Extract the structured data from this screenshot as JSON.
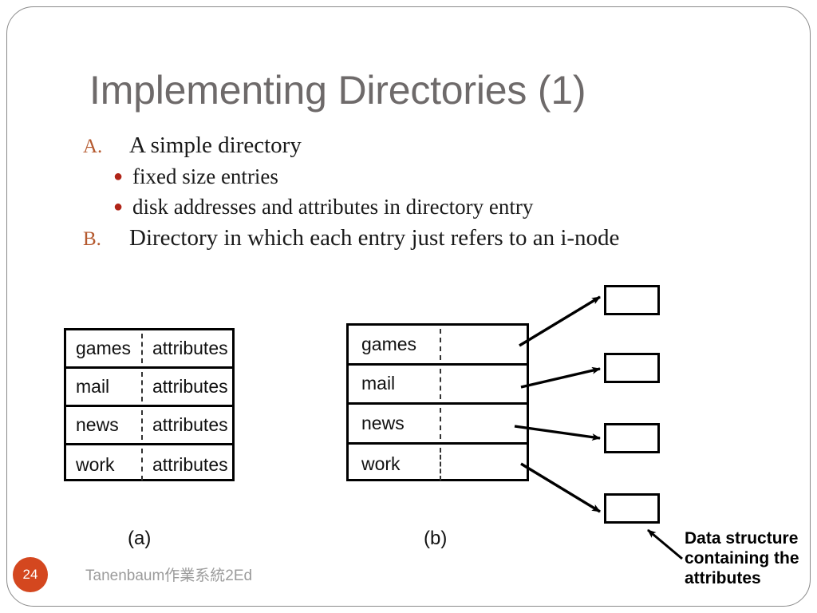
{
  "slide": {
    "title": "Implementing Directories (1)",
    "page_number": "24",
    "footer": "Tanenbaum作業系統2Ed",
    "accent_color": "#d4471f",
    "title_color": "#6e6a6a",
    "marker_color": "#b5592e",
    "bullet_color": "#b02418"
  },
  "body": {
    "items": [
      {
        "marker": "A.",
        "text": "A simple directory",
        "level": 1
      },
      {
        "bullet": "●",
        "text": "fixed size entries",
        "level": 2
      },
      {
        "bullet": "●",
        "text": "disk addresses and attributes in directory entry",
        "level": 2
      },
      {
        "marker": "B.",
        "text": "Directory in which each entry just refers to an i-node",
        "level": 1
      }
    ]
  },
  "figure": {
    "caption_a": "(a)",
    "caption_b": "(b)",
    "note": "Data structure containing the attributes",
    "table_a": {
      "rows": [
        {
          "name": "games",
          "attributes": "attributes"
        },
        {
          "name": "mail",
          "attributes": "attributes"
        },
        {
          "name": "news",
          "attributes": "attributes"
        },
        {
          "name": "work",
          "attributes": "attributes"
        }
      ]
    },
    "table_b": {
      "rows": [
        {
          "name": "games",
          "attributes": ""
        },
        {
          "name": "mail",
          "attributes": ""
        },
        {
          "name": "news",
          "attributes": ""
        },
        {
          "name": "work",
          "attributes": ""
        }
      ]
    },
    "inode_boxes": [
      "",
      "",
      "",
      ""
    ]
  }
}
